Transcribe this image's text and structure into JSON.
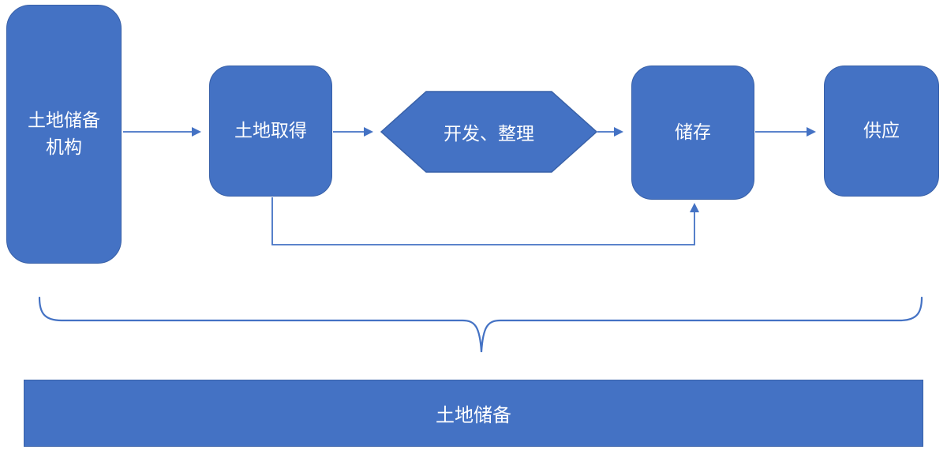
{
  "colors": {
    "canvas-bg": "#FFFFFF",
    "node-fill": "#4472C4",
    "node-border": "#3961A8",
    "arrow": "#4472C4",
    "label-text": "#FFFFFF"
  },
  "nodes": {
    "agency": {
      "line1": "土地储备",
      "line2": "机构"
    },
    "acquisition": {
      "label": "土地取得"
    },
    "development": {
      "label": "开发、整理"
    },
    "storage": {
      "label": "储存"
    },
    "supply": {
      "label": "供应"
    }
  },
  "bottom_bar": {
    "label": "土地储备"
  }
}
